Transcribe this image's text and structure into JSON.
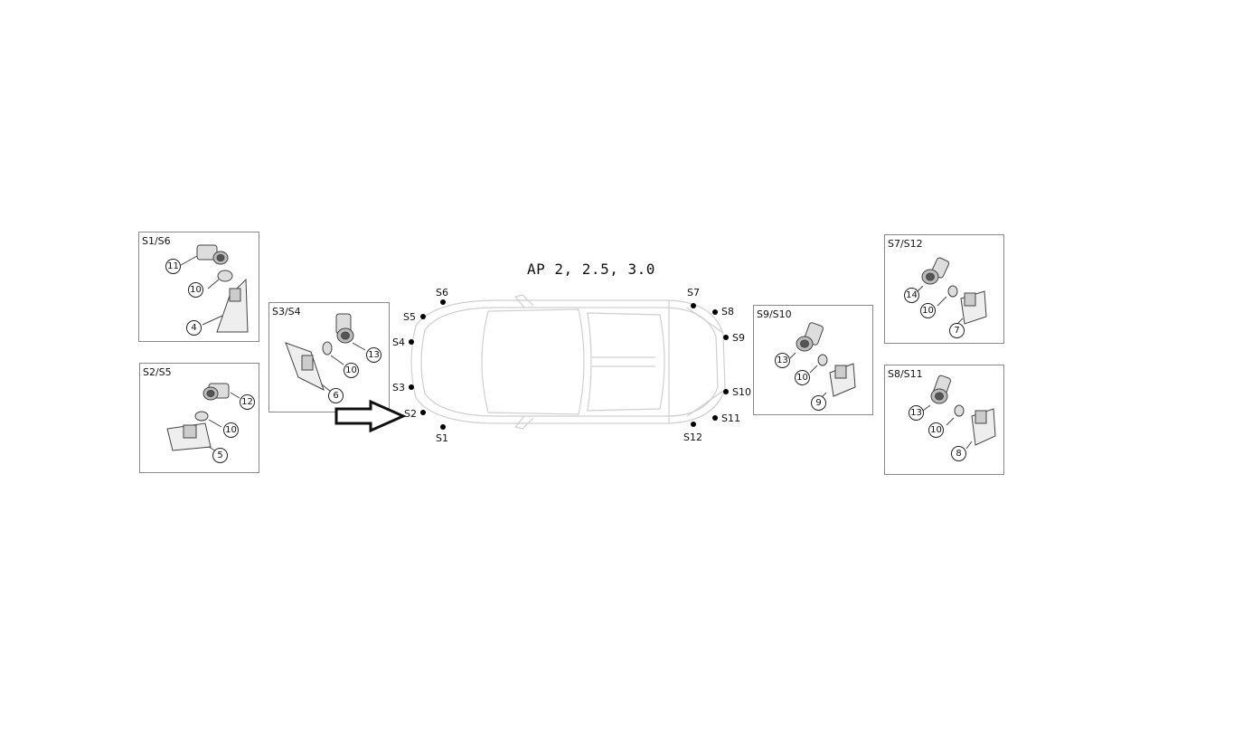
{
  "title": "AP 2, 2.5, 3.0",
  "colors": {
    "line": "#8a8a8a",
    "ink": "#111111"
  },
  "panels": [
    {
      "id": "s1-s6",
      "label": "S1/S6",
      "callouts": [
        "11",
        "10",
        "4"
      ]
    },
    {
      "id": "s2-s5",
      "label": "S2/S5",
      "callouts": [
        "12",
        "10",
        "5"
      ]
    },
    {
      "id": "s3-s4",
      "label": "S3/S4",
      "callouts": [
        "13",
        "10",
        "6"
      ]
    },
    {
      "id": "s9-s10",
      "label": "S9/S10",
      "callouts": [
        "13",
        "10",
        "9"
      ]
    },
    {
      "id": "s7-s12",
      "label": "S7/S12",
      "callouts": [
        "14",
        "10",
        "7"
      ]
    },
    {
      "id": "s8-s11",
      "label": "S8/S11",
      "callouts": [
        "13",
        "10",
        "8"
      ]
    }
  ],
  "sensors": [
    "S1",
    "S2",
    "S3",
    "S4",
    "S5",
    "S6",
    "S7",
    "S8",
    "S9",
    "S10",
    "S11",
    "S12"
  ],
  "icons": {
    "arrow": "right-arrow-icon",
    "car": "car-top-view-icon"
  }
}
